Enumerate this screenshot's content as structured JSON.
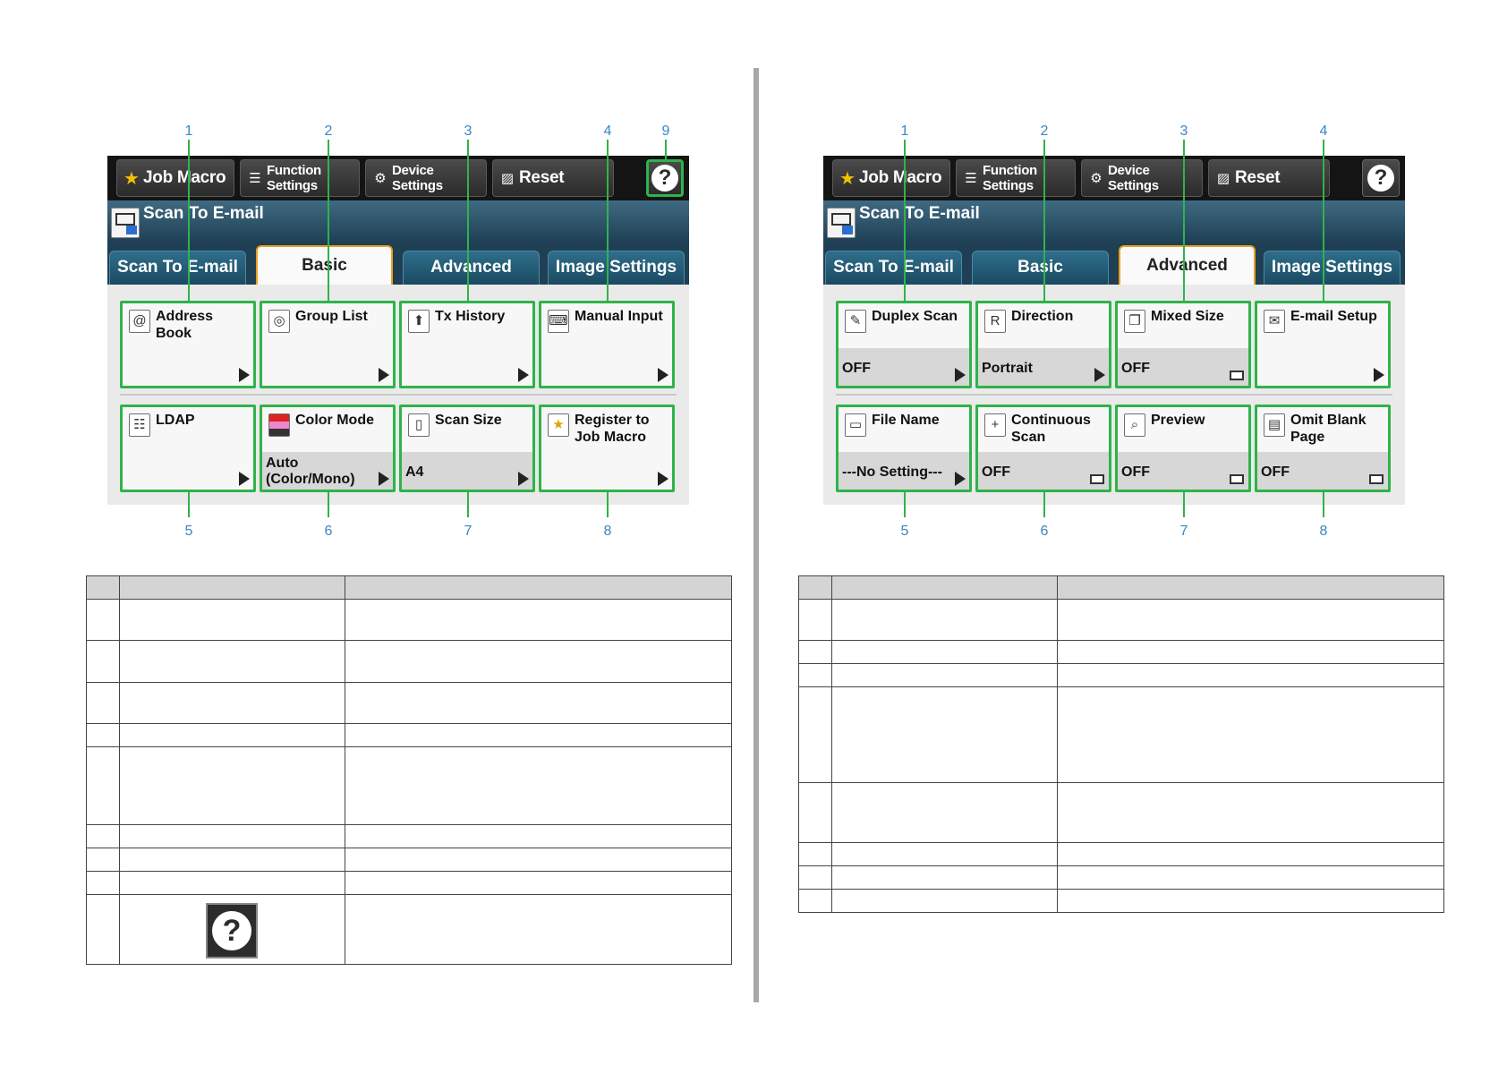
{
  "left_screen": {
    "topbar": {
      "job_macro": "Job Macro",
      "function_settings": "Function Settings",
      "device_settings": "Device Settings",
      "reset": "Reset",
      "help": "?"
    },
    "title": "Scan To E-mail",
    "tabs": [
      "Scan To E-mail",
      "Basic",
      "Advanced",
      "Image Settings"
    ],
    "active_tab": "Basic",
    "buttons": [
      {
        "label": "Address Book",
        "value": "",
        "icon": "address-book-icon"
      },
      {
        "label": "Group List",
        "value": "",
        "icon": "group-list-icon"
      },
      {
        "label": "Tx History",
        "value": "",
        "icon": "tx-history-icon"
      },
      {
        "label": "Manual Input",
        "value": "",
        "icon": "keyboard-icon"
      },
      {
        "label": "LDAP",
        "value": "",
        "icon": "ldap-icon"
      },
      {
        "label": "Color Mode",
        "value_lines": [
          "Auto",
          "(Color/Mono)"
        ],
        "icon": "color-mode-icon"
      },
      {
        "label": "Scan Size",
        "value": "A4",
        "icon": "scan-size-icon"
      },
      {
        "label": "Register to Job Macro",
        "value": "",
        "icon": "register-macro-icon"
      }
    ],
    "callouts_top": [
      "1",
      "2",
      "3",
      "4",
      "9"
    ],
    "callouts_bottom": [
      "5",
      "6",
      "7",
      "8"
    ]
  },
  "right_screen": {
    "topbar": {
      "job_macro": "Job Macro",
      "function_settings": "Function Settings",
      "device_settings": "Device Settings",
      "reset": "Reset",
      "help": "?"
    },
    "title": "Scan To E-mail",
    "tabs": [
      "Scan To E-mail",
      "Basic",
      "Advanced",
      "Image Settings"
    ],
    "active_tab": "Advanced",
    "buttons": [
      {
        "label": "Duplex Scan",
        "value": "OFF",
        "icon": "duplex-scan-icon"
      },
      {
        "label": "Direction",
        "value": "Portrait",
        "icon": "direction-icon"
      },
      {
        "label": "Mixed Size",
        "value": "OFF",
        "icon": "mixed-size-icon"
      },
      {
        "label": "E-mail Setup",
        "value": "",
        "icon": "email-setup-icon"
      },
      {
        "label": "File Name",
        "value": "---No Setting---",
        "icon": "file-name-icon"
      },
      {
        "label": "Continuous Scan",
        "value": "OFF",
        "icon": "continuous-scan-icon"
      },
      {
        "label": "Preview",
        "value": "OFF",
        "icon": "preview-icon"
      },
      {
        "label": "Omit Blank Page",
        "value": "OFF",
        "icon": "omit-blank-icon"
      }
    ],
    "callouts_top": [
      "1",
      "2",
      "3",
      "4"
    ],
    "callouts_bottom": [
      "5",
      "6",
      "7",
      "8"
    ]
  },
  "colors": {
    "highlight": "#2fb34a",
    "callout_number": "#3a86c4",
    "active_tab_border": "#e8a020"
  }
}
